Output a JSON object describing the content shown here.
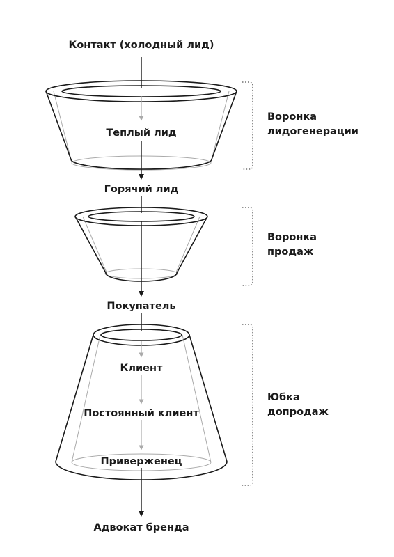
{
  "stages": {
    "contact": "Контакт (холодный лид)",
    "warm": "Теплый лид",
    "hot": "Горячий лид",
    "buyer": "Покупатель",
    "client": "Клиент",
    "regular": "Постоянный клиент",
    "adherent": "Приверженец",
    "advocate": "Адвокат бренда"
  },
  "groups": {
    "leadgen": [
      "Воронка",
      "лидогенерации"
    ],
    "sales": [
      "Воронка",
      "продаж"
    ],
    "upsell": [
      "Юбка",
      "допродаж"
    ]
  },
  "colors": {
    "line": "#1a1a1a",
    "inner": "#aaaaaa",
    "bracket": "#555555"
  }
}
